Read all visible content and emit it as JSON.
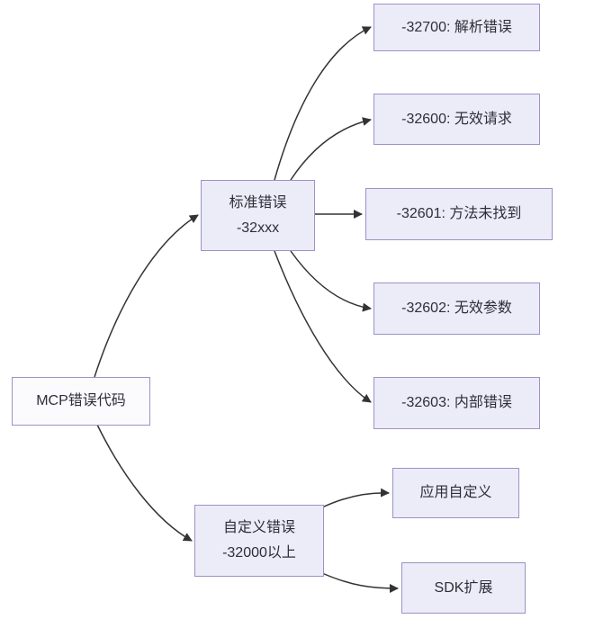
{
  "diagram": {
    "type": "flowchart",
    "direction": "left-to-right",
    "nodes": {
      "root": {
        "label": "MCP错误代码"
      },
      "standard": {
        "label": "标准错误",
        "sublabel": "-32xxx"
      },
      "e32700": {
        "label": "-32700: 解析错误"
      },
      "e32600": {
        "label": "-32600: 无效请求"
      },
      "e32601": {
        "label": "-32601: 方法未找到"
      },
      "e32602": {
        "label": "-32602: 无效参数"
      },
      "e32603": {
        "label": "-32603: 内部错误"
      },
      "custom": {
        "label": "自定义错误",
        "sublabel": "-32000以上"
      },
      "app_custom": {
        "label": "应用自定义"
      },
      "sdk_ext": {
        "label": "SDK扩展"
      }
    },
    "edges": [
      {
        "from": "root",
        "to": "standard"
      },
      {
        "from": "root",
        "to": "custom"
      },
      {
        "from": "standard",
        "to": "e32700"
      },
      {
        "from": "standard",
        "to": "e32600"
      },
      {
        "from": "standard",
        "to": "e32601"
      },
      {
        "from": "standard",
        "to": "e32602"
      },
      {
        "from": "standard",
        "to": "e32603"
      },
      {
        "from": "custom",
        "to": "app_custom"
      },
      {
        "from": "custom",
        "to": "sdk_ext"
      }
    ]
  },
  "colors": {
    "node_fill": "#ecebf8",
    "node_border": "#9c92c6",
    "root_fill": "#fbfbfe",
    "edge_color": "#333333",
    "text_color": "#2e2e38",
    "background": "#ffffff"
  }
}
